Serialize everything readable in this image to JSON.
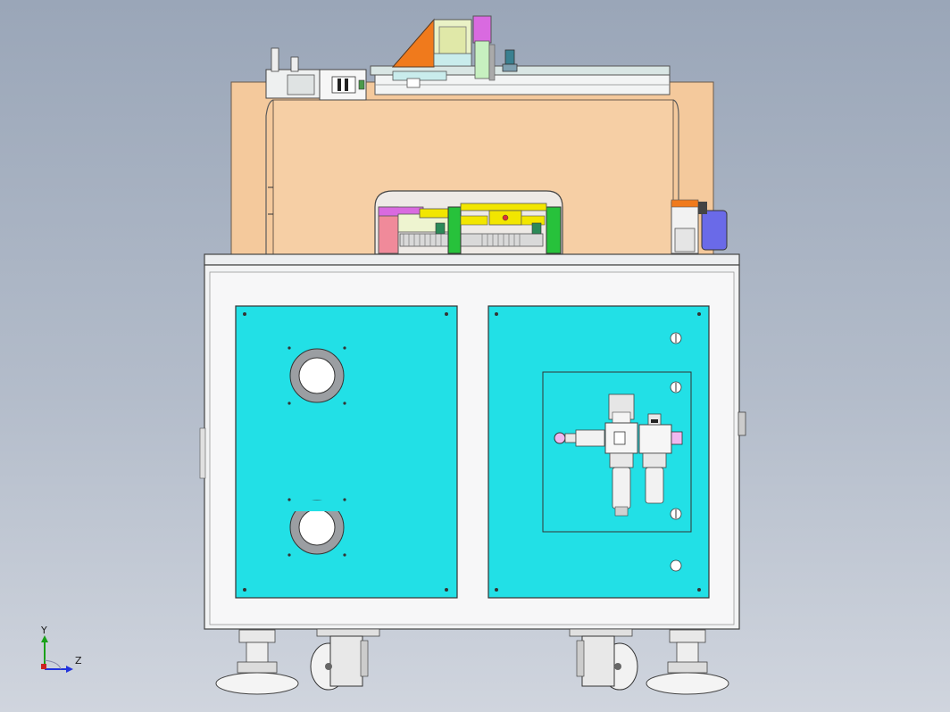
{
  "triad": {
    "y_label": "Y",
    "z_label": "Z"
  },
  "colors": {
    "background_top": "#9aa6b8",
    "background_bottom": "#d0d5de",
    "wood_panel": "#f4c99c",
    "frame": "#eef0f2",
    "cyan_panel": "#22e0e6",
    "green_block": "#27c23b",
    "yellow_block": "#f2e600",
    "pink_block": "#f08a9a",
    "magenta_part": "#d96ae0",
    "orange_bracket": "#f07a1c",
    "blue_cylinder": "#6a6ae8"
  },
  "parts": {
    "top_gantry": "linear-module",
    "servo_motor": "servo-motor",
    "middle_housing": "wood-housing",
    "ball_screw_module": "ball-screw-module",
    "cabinet": "frame-cabinet",
    "left_door": "left-access-panel",
    "right_door": "right-access-panel",
    "frl_unit": "air-filter-regulator-unit",
    "casters": "caster-wheels",
    "leveling_feet": "leveling-feet"
  }
}
